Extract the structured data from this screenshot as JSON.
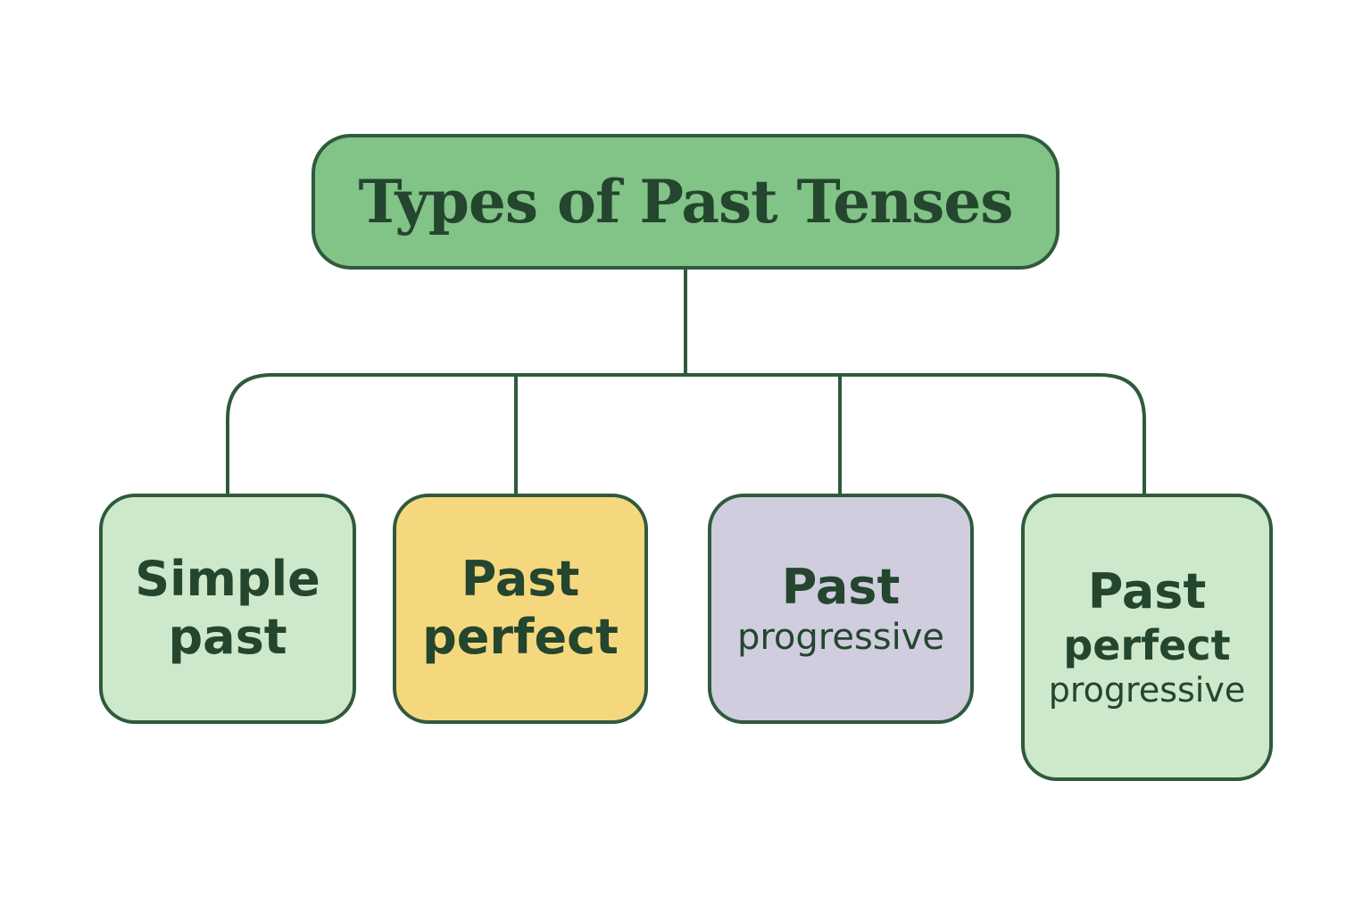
{
  "colors": {
    "outline": "#2f5a3c",
    "text": "#24452e",
    "root_fill": "#82c387",
    "light_green": "#cde8ca",
    "yellow": "#f5d87e",
    "lavender": "#cfcdde"
  },
  "root": {
    "title": "Types of Past Tenses"
  },
  "children": [
    {
      "lines": [
        "Simple",
        "past"
      ]
    },
    {
      "lines": [
        "Past",
        "perfect"
      ]
    },
    {
      "lines": [
        "Past",
        "progressive"
      ]
    },
    {
      "lines": [
        "Past",
        "perfect",
        "progressive"
      ]
    }
  ]
}
